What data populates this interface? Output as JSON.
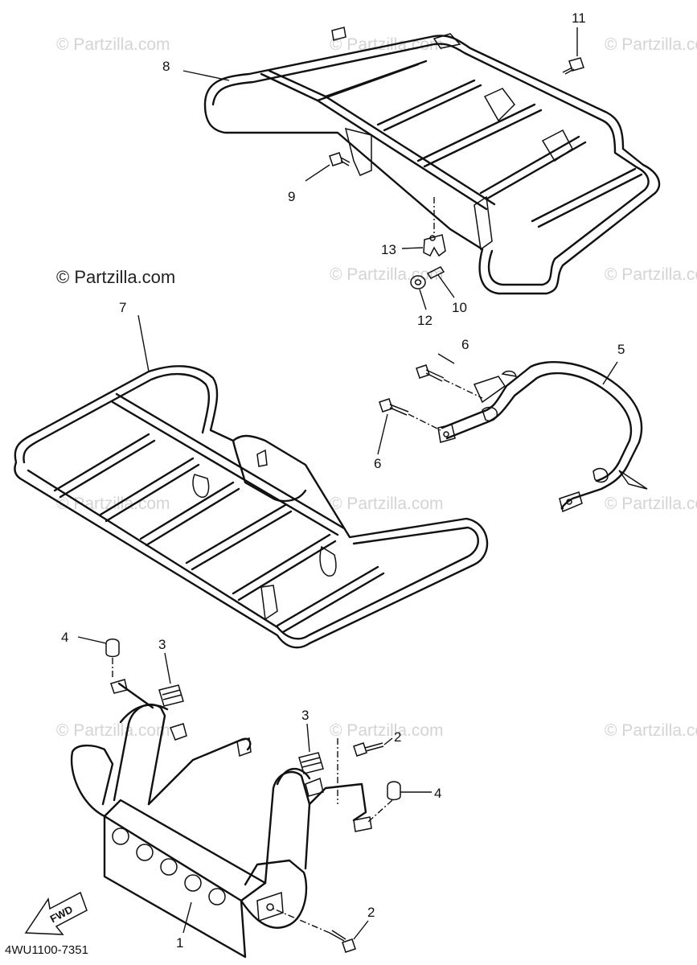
{
  "watermark": "© Partzilla.com",
  "diagram_code": "4WU1100-7351",
  "fwd_label": "FWD",
  "callouts": {
    "c1": "1",
    "c2a": "2",
    "c2b": "2",
    "c3a": "3",
    "c3b": "3",
    "c4a": "4",
    "c4b": "4",
    "c5": "5",
    "c6a": "6",
    "c6b": "6",
    "c7": "7",
    "c8": "8",
    "c9": "9",
    "c10": "10",
    "c11": "11",
    "c12": "12",
    "c13": "13"
  }
}
